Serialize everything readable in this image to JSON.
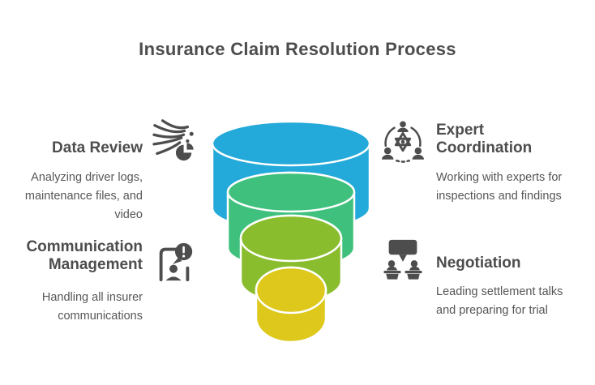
{
  "title": "Insurance Claim Resolution Process",
  "colors": {
    "text_heading": "#4d4d4d",
    "text_body": "#565656",
    "icon": "#4d4d4d",
    "background": "#ffffff"
  },
  "sections": [
    {
      "id": "data-review",
      "heading": "Data Review",
      "description": "Analyzing driver logs,\nmaintenance files, and\nvideo",
      "icon": "data-analysis-pie-icon",
      "side": "left"
    },
    {
      "id": "expert-coordination",
      "heading": "Expert\nCoordination",
      "description": "Working with experts for\ninspections and findings",
      "icon": "team-network-icon",
      "side": "right"
    },
    {
      "id": "communication-management",
      "heading": "Communication\nManagement",
      "description": "Handling all insurer\ncommunications",
      "icon": "person-alert-bubble-icon",
      "side": "left"
    },
    {
      "id": "negotiation",
      "heading": "Negotiation",
      "description": "Leading settlement talks\nand preparing for trial",
      "icon": "discussion-podiums-icon",
      "side": "right"
    }
  ],
  "funnel": {
    "type": "funnel",
    "stage_count": 4,
    "layers": [
      {
        "name": "stage-1",
        "color": "#23a9da"
      },
      {
        "name": "stage-2",
        "color": "#3fc17d"
      },
      {
        "name": "stage-3",
        "color": "#8abd2e"
      },
      {
        "name": "stage-4",
        "color": "#ddc81b"
      }
    ],
    "outline_color": "#ffffff"
  }
}
